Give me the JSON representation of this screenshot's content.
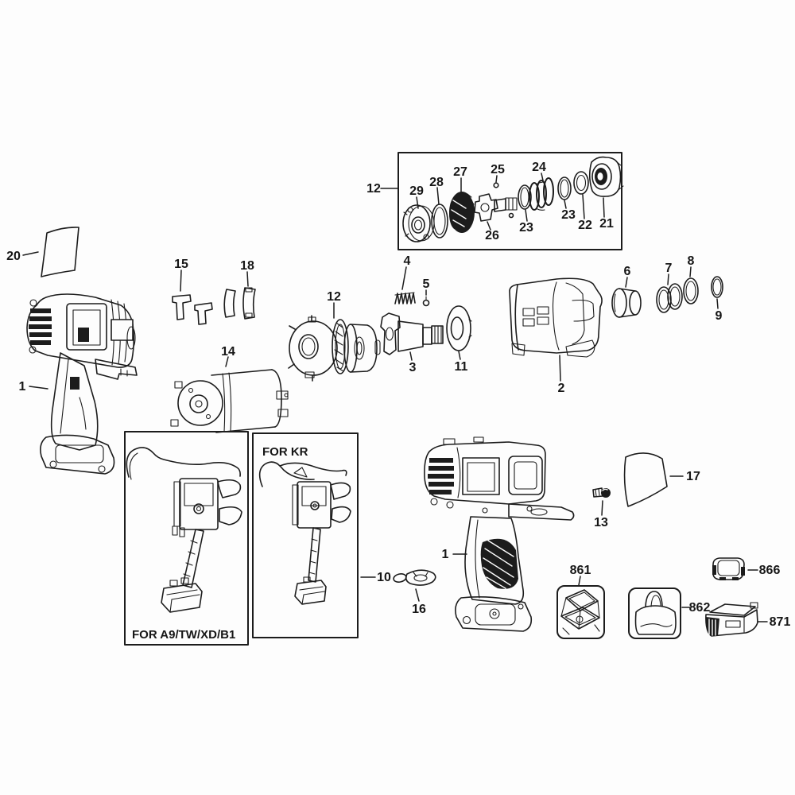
{
  "diagram": {
    "background": "#fdfdfd",
    "line_color": "#1c1c1c",
    "captions": {
      "variant_a9": "FOR A9/TW/XD/B1",
      "variant_kr": "FOR KR"
    },
    "labels": {
      "tool_left": "1",
      "tool_right": "1",
      "front_housing": "2",
      "anvil": "3",
      "spring": "4",
      "detent": "5",
      "sleeve": "6",
      "rings_7": "7",
      "ring_8": "8",
      "ring_9": "9",
      "switch_10": "10",
      "washer_11": "11",
      "gearbox_12": "12",
      "assembly_12": "12",
      "screw_13": "13",
      "motor_14": "14",
      "button_15": "15",
      "clip_16": "16",
      "sticker_17": "17",
      "button_18": "18",
      "sticker_20": "20",
      "bearing_21": "21",
      "ring_22": "22",
      "ring_23_left": "23",
      "ring_23_right": "23",
      "springs_24": "24",
      "ball_25": "25",
      "spindle_26": "26",
      "hammer_27": "27",
      "oring_28": "28",
      "cam_29": "29",
      "kit_box_861": "861",
      "bag_862": "862",
      "battery_866": "866",
      "charger_871": "871"
    }
  }
}
